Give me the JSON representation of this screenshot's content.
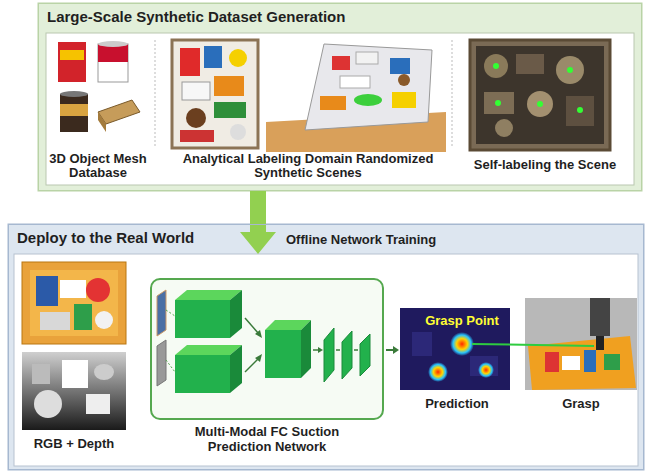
{
  "diagram": {
    "nodes": [
      {
        "text": [
          "Large-Scale Synthetic Dataset Generation"
        ]
      },
      {
        "text": [
          "Deploy to the Real World"
        ]
      },
      {
        "text": [
          "Multi-Modal FC Suction Prediction Network"
        ],
        "in": 1
      }
    ],
    "edges": [
      {
        "from": 0,
        "to": 1,
        "label": "Offline Network Training",
        "arrow": "to"
      }
    ],
    "labels": [
      "3D Object Mesh Database",
      "Analytical Labeling Domain Randomized Synthetic Scenes",
      "Self-labeling the Scene",
      "RGB + Depth",
      "Grasp Point",
      "Prediction",
      "Grasp"
    ]
  }
}
